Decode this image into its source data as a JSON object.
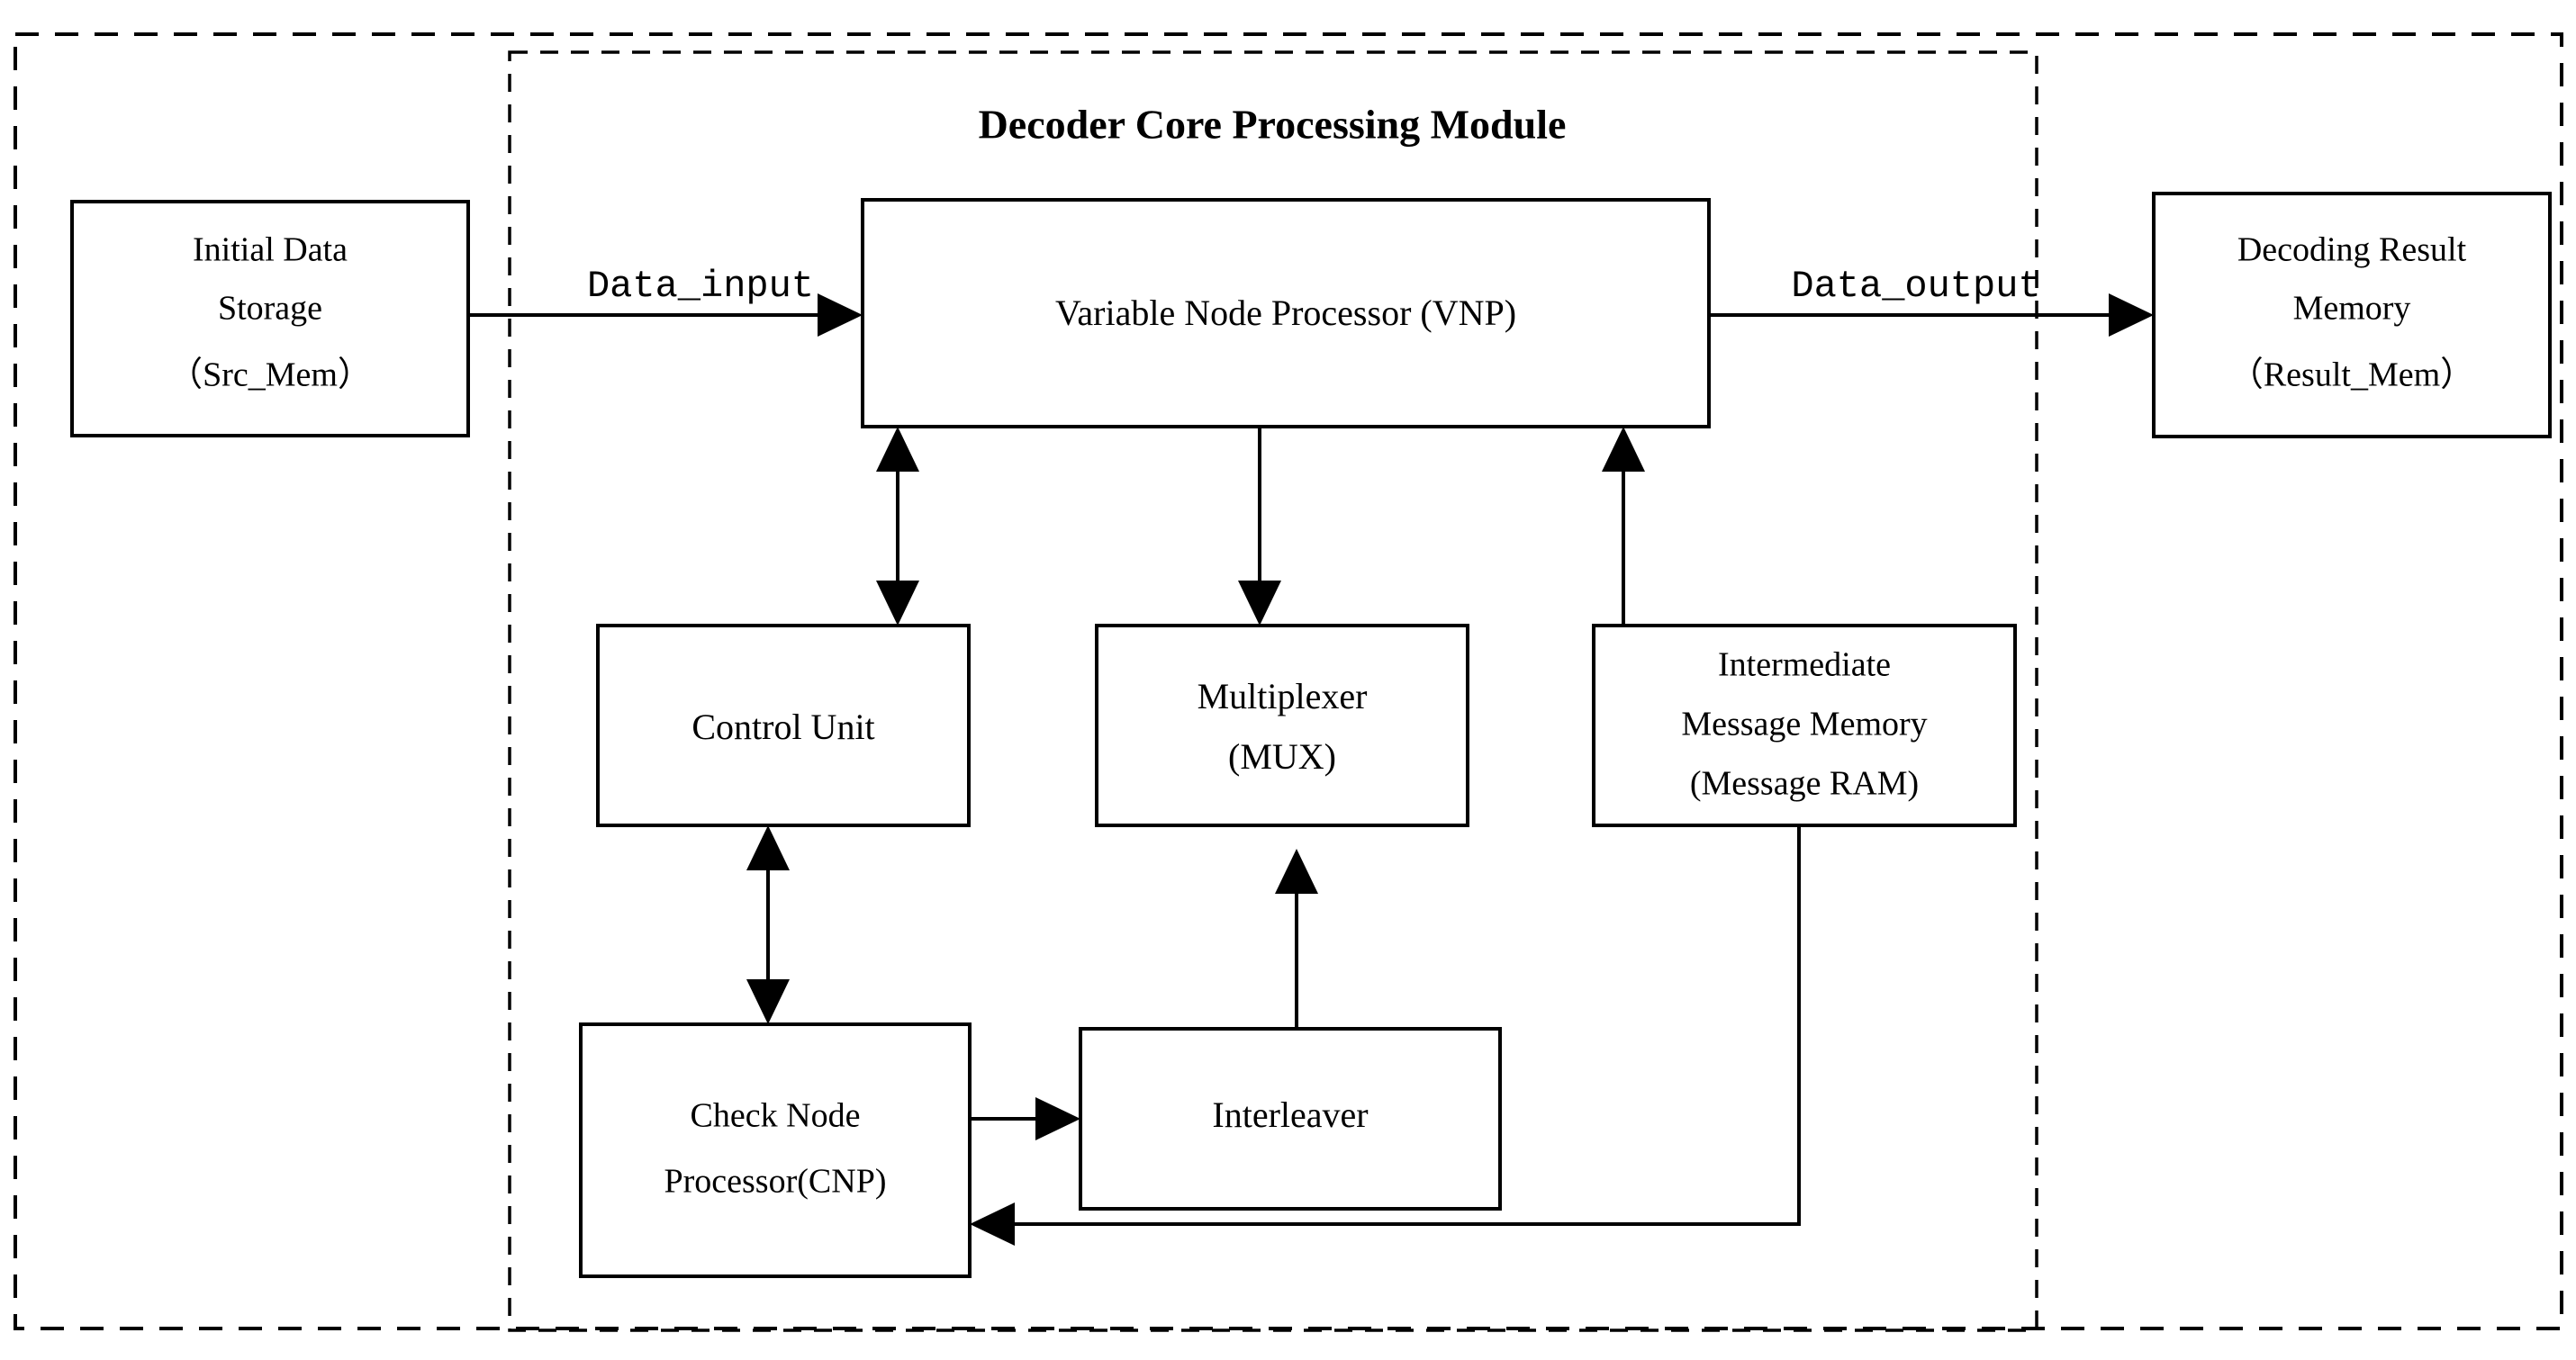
{
  "diagram": {
    "title": "Decoder Core Processing Module",
    "outer_frame_name": "system-boundary",
    "inner_frame_name": "decoder-core-boundary",
    "stroke_color": "#000000",
    "fill_color": "#ffffff"
  },
  "blocks": {
    "src_mem": {
      "line1": "Initial Data",
      "line2": "Storage",
      "line3": "（Src_Mem）"
    },
    "vnp": {
      "line1": "Variable Node Processor (VNP)"
    },
    "result_mem": {
      "line1": "Decoding Result",
      "line2": "Memory",
      "line3": "（Result_Mem）"
    },
    "control_unit": {
      "line1": "Control Unit"
    },
    "mux": {
      "line1": "Multiplexer",
      "line2": "(MUX)"
    },
    "message_ram": {
      "line1": "Intermediate",
      "line2": "Message Memory",
      "line3": "(Message RAM)"
    },
    "cnp": {
      "line1": "Check Node",
      "line2": "Processor(CNP)"
    },
    "interleaver": {
      "line1": "Interleaver"
    }
  },
  "signals": {
    "data_input": "Data_input",
    "data_output": "Data_output"
  }
}
